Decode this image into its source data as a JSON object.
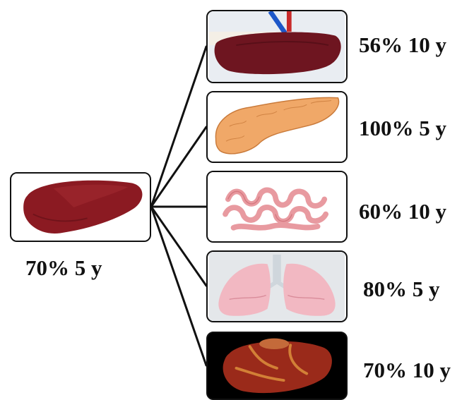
{
  "source": {
    "organ": "liver",
    "label": "70% 5 y"
  },
  "targets": [
    {
      "organ": "kidney",
      "label": "56% 10 y"
    },
    {
      "organ": "pancreas",
      "label": "100% 5 y"
    },
    {
      "organ": "intestine",
      "label": "60% 10 y"
    },
    {
      "organ": "lungs",
      "label": "80% 5 y"
    },
    {
      "organ": "heart",
      "label": "70% 10 y"
    }
  ],
  "colors": {
    "line": "#111111",
    "liver": "#8b1a22",
    "kidney": "#6e1520",
    "pancreas": "#f0a868",
    "intestine": "#e89aa0",
    "lungs": "#f2b8c2",
    "heart": "#9a2a1a"
  }
}
